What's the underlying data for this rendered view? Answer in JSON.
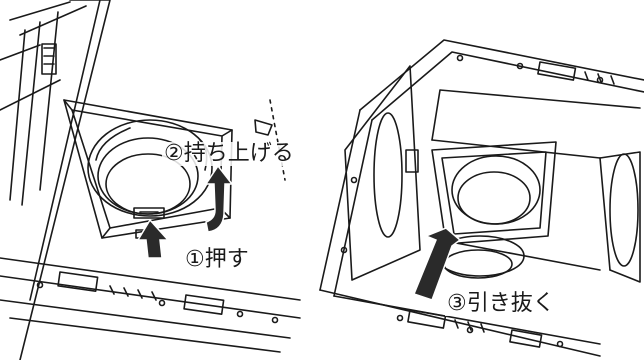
{
  "steps": [
    {
      "number": "①",
      "text": "押す"
    },
    {
      "number": "②",
      "text": "持ち上げる"
    },
    {
      "number": "③",
      "text": "引き抜く"
    }
  ],
  "colors": {
    "line": "#1a1a1a",
    "arrow": "#2a2a2a",
    "background": "#ffffff"
  },
  "icons": [
    "push-up-arrow-icon",
    "lift-curved-arrow-icon",
    "pull-out-arrow-icon"
  ]
}
